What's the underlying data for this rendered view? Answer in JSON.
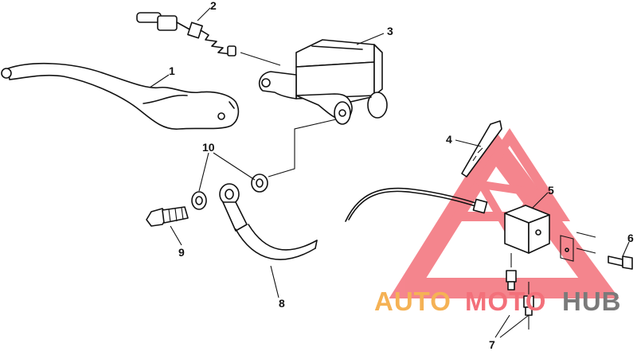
{
  "diagram": {
    "callouts": [
      {
        "id": "1",
        "label": "1"
      },
      {
        "id": "2",
        "label": "2"
      },
      {
        "id": "3",
        "label": "3"
      },
      {
        "id": "4",
        "label": "4"
      },
      {
        "id": "5",
        "label": "5"
      },
      {
        "id": "6",
        "label": "6"
      },
      {
        "id": "7",
        "label": "7"
      },
      {
        "id": "8",
        "label": "8"
      },
      {
        "id": "9",
        "label": "9"
      },
      {
        "id": "10",
        "label": "10"
      }
    ]
  },
  "watermark": {
    "part1": "AUTO",
    "part2": "MOTO",
    "part3": "HUB",
    "colors": {
      "orange": "#f5b255",
      "red": "#f3707a",
      "gray": "#7a7a7a"
    }
  }
}
